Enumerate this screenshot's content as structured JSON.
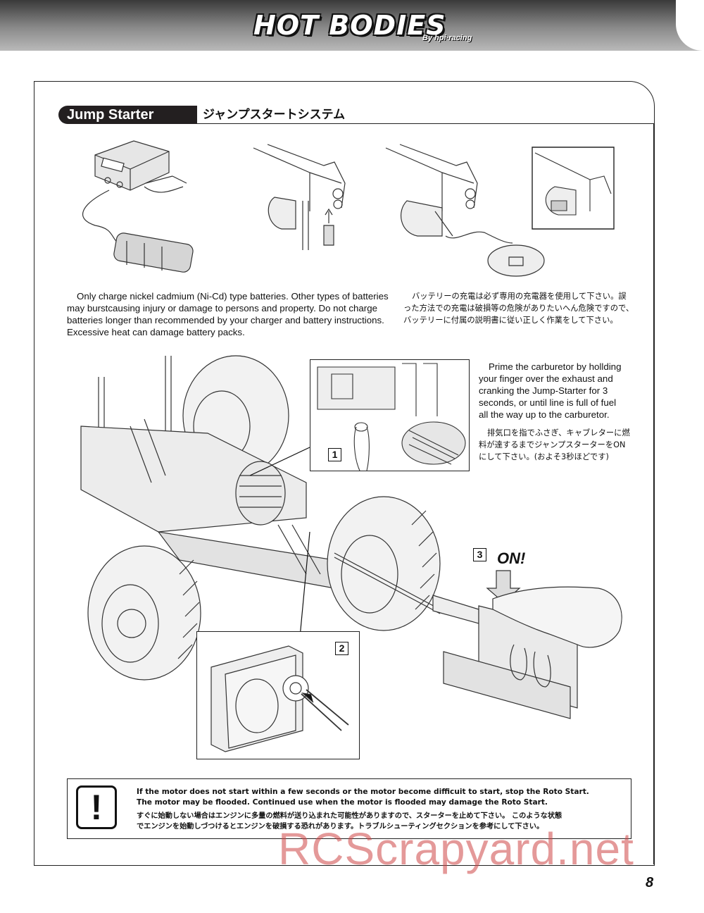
{
  "header": {
    "logo_main": "HOT BODIES",
    "logo_sub": "By hpi·racing"
  },
  "section": {
    "title_en": "Jump Starter",
    "title_jp": "ジャンプスタートシステム"
  },
  "charge_note": {
    "en": [
      "Only charge nickel cadmium (Ni-Cd)  type batteries. Other types of batteries",
      "may burstcausing injury or damage to persons and property. Do not charge",
      "batteries longer than recommended by your charger and battery instructions.",
      "Excessive heat can damage battery packs."
    ],
    "jp": [
      "バッテリーの充電は必ず専用の充電器を使用して下さい。誤",
      "った方法での充電は破損等の危険がありたいへん危険ですので、",
      "バッテリーに付属の説明書に従い正しく作業をして下さい。"
    ]
  },
  "prime_note": {
    "en": [
      "Prime the carburetor by hollding",
      "your finger over the exhaust and",
      "cranking the Jump-Starter for 3",
      "seconds, or until line is full of fuel",
      "all the way up to the carburetor."
    ],
    "jp": [
      "排気口を指でふさぎ、キャブレターに燃",
      "料が達するまでジャンプスターターをON",
      "にして下さい。(およそ3秒ほどです)"
    ]
  },
  "steps": {
    "step1": "1",
    "step2": "2",
    "step3": "3",
    "on_label": "ON!"
  },
  "warning": {
    "icon": "exclamation-icon",
    "lines": [
      "If the motor does not start within a few seconds or the motor become difficuit to start, stop the Roto Start.",
      "The motor may be flooded. Continued use when the motor is flooded may damage the Roto Start.",
      "すぐに始動しない場合はエンジンに多量の燃料が送り込まれた可能性がありますので、スターターを止めて下さい。 このような状態",
      "でエンジンを始動しづつけるとエンジンを破損する恐れがあります。トラブルシューティングセクションを参考にして下さい。"
    ]
  },
  "watermark": "RCScrapyard.net",
  "page_number": "8"
}
